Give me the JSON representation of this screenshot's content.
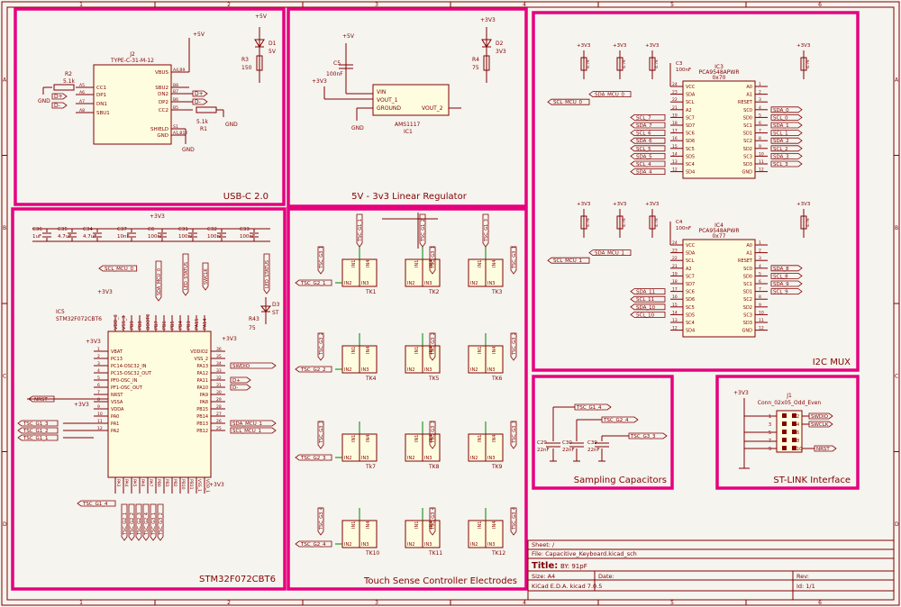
{
  "frame": {
    "cols": [
      "1",
      "2",
      "3",
      "4",
      "5",
      "6"
    ],
    "rows": [
      "A",
      "B",
      "C",
      "D"
    ]
  },
  "colors": {
    "background": "#f5f4ef",
    "border": "#840000",
    "section": "#e6007e",
    "wire": "#008400",
    "text": "#840000",
    "title_text": "#840000",
    "pin": "#840000"
  },
  "sections": {
    "usbc": "USB-C 2.0",
    "regulator": "5V - 3v3 Linear Regulator",
    "mcu": "STM32F072CBT6",
    "touch": "Touch Sense Controller Electrodes",
    "i2c": "I2C MUX",
    "sampling": "Sampling Capacitors",
    "stlink": "ST-LINK Interface"
  },
  "usb": {
    "ref": "J2",
    "part": "TYPE-C-31-M-12",
    "power_5v": "+5V",
    "pins_left": [
      "CC1",
      "DP1",
      "DN1",
      "SBU1"
    ],
    "pins_left_num": [
      "A5",
      "A6",
      "A7",
      "A8"
    ],
    "pins_right": [
      "VBUS",
      "SBU2",
      "DN2",
      "DP2",
      "CC2",
      "SHIELD",
      "GND"
    ],
    "pins_right_num": [
      "A4,B9",
      "B8",
      "B7",
      "B6",
      "B5",
      "S1",
      "A1,B12"
    ],
    "r2": "R2",
    "r2_val": "5.1k",
    "r1": "R1",
    "r1_val": "5.1k",
    "gnd": "GND",
    "d_plus": "D+",
    "d_minus": "D-",
    "r3": "R3",
    "r3_val": "150",
    "d1": "D1",
    "d1_val": "5V"
  },
  "regulator": {
    "ref": "IC1",
    "part": "AMS1117",
    "pin_vin": "VIN",
    "pin_vout1": "VOUT_1",
    "pin_vout2": "VOUT_2",
    "pin_gnd": "GROUND",
    "c5": "C5",
    "c5_val": "100nF",
    "r4": "R4",
    "r4_val": "75",
    "d2": "D2",
    "d2_val": "3V3",
    "v5": "+5V",
    "v33": "+3V3",
    "gnd": "GND"
  },
  "mcu": {
    "ref": "IC5",
    "part": "STM32F072CBT6",
    "left_pins": [
      "VBAT",
      "PC13",
      "PC14-OSC32_IN",
      "PC15-OSC32_OUT",
      "PF0-OSC_IN",
      "PF1-OSC_OUT",
      "NRST",
      "VSSA",
      "VDDA",
      "PA0",
      "PA1",
      "PA2"
    ],
    "left_nums": [
      "1",
      "2",
      "3",
      "4",
      "5",
      "6",
      "7",
      "8",
      "9",
      "10",
      "11",
      "12"
    ],
    "right_pins": [
      "VDDIO2",
      "VSS_2",
      "PA13",
      "PA12",
      "PA11",
      "PA10",
      "PA9",
      "PA8",
      "PB15",
      "PB14",
      "PB13",
      "PB12"
    ],
    "right_nums": [
      "36",
      "35",
      "34",
      "33",
      "32",
      "31",
      "30",
      "29",
      "28",
      "27",
      "26",
      "25"
    ],
    "top_pins": [
      "VDD_3",
      "VSS_3",
      "PB9",
      "PB8",
      "BOOT0",
      "PB7",
      "PB6",
      "PB5",
      "PB4",
      "PB3",
      "PA15",
      "PA14"
    ],
    "bottom_pins": [
      "PA3",
      "PA4",
      "PA5",
      "PA6",
      "PA7",
      "PB0",
      "PB1",
      "PB2",
      "PB10",
      "PB11",
      "VSS_1",
      "VDD_1"
    ],
    "caps": [
      {
        "ref": "C36",
        "val": "1uF"
      },
      {
        "ref": "C35",
        "val": "4.7uF"
      },
      {
        "ref": "C34",
        "val": "4.7uF"
      },
      {
        "ref": "C37",
        "val": "10nF"
      },
      {
        "ref": "C6",
        "val": "100nF"
      },
      {
        "ref": "C31",
        "val": "100nF"
      },
      {
        "ref": "C32",
        "val": "100nF"
      },
      {
        "ref": "C33",
        "val": "100nF"
      }
    ],
    "nets_top": [
      "SCL_MCU_0",
      "SDA_MCU_0",
      "LED_STATUS",
      "SWCLK"
    ],
    "nets_left": [
      "NRST",
      "TSC_G1_3",
      "TSC_G1_2",
      "TSC_G1_1"
    ],
    "nets_right": [
      "SWDIO",
      "D+",
      "D-",
      "SDA_MCU_1",
      "SCL_MCU_1"
    ],
    "nets_bottom": [
      "TSC_G1_4",
      "TSC_G2_1",
      "TSC_G2_2",
      "TSC_G2_3",
      "TSC_G2_4",
      "TSC_G3_1",
      "TSC_G3_2",
      "TSC_G3_3",
      "TSC_G3_4"
    ],
    "d3": "D3",
    "d3_val": "ST",
    "r43": "R43",
    "r43_val": "75",
    "v33": "+3V3"
  },
  "touch": {
    "keys": [
      "TK1",
      "TK2",
      "TK3",
      "TK4",
      "TK5",
      "TK6",
      "Tk7",
      "TK8",
      "TK9",
      "TK10",
      "TK11",
      "TK12"
    ],
    "pin_in1": "IN1",
    "pin_in2": "IN2",
    "pin_in3": "IN3",
    "pin_in4": "IN4",
    "nets_row": [
      "TSC_G2_1",
      "TSC_G2_2",
      "TSC_G2_3",
      "TSC_G2_4"
    ],
    "nets_col": [
      "TSC_G1_1",
      "TSC_G1_2",
      "TSC_G1_3"
    ],
    "nets_g3": [
      "TSC_G3_1",
      "TSC_G3_2",
      "TSC_G3_3",
      "TSC_G3_4"
    ]
  },
  "i2c": {
    "ic3_ref": "IC3",
    "ic3_part": "PCA9548APWR",
    "ic3_addr": "0x70",
    "ic4_ref": "IC4",
    "ic4_part": "PCA9548APWR",
    "ic4_addr": "0x77",
    "left_pins": [
      "VCC",
      "SDA",
      "SCL",
      "A2",
      "SC7",
      "SD7",
      "SC6",
      "SD6",
      "SC5",
      "SD5",
      "SC4",
      "SD4"
    ],
    "left_nums": [
      "24",
      "23",
      "22",
      "21",
      "19",
      "18",
      "17",
      "16",
      "15",
      "14",
      "13",
      "12"
    ],
    "right_pins": [
      "A0",
      "A1",
      "RESET",
      "SC0",
      "SD0",
      "SC1",
      "SD1",
      "SC2",
      "SD2",
      "SC3",
      "SD3",
      "GND"
    ],
    "right_nums": [
      "1",
      "2",
      "3",
      "4",
      "5",
      "6",
      "7",
      "8",
      "9",
      "10",
      "11",
      "12"
    ],
    "c3": "C3",
    "c3_val": "100nF",
    "c4": "C4",
    "c4_val": "100nF",
    "r_val": "4.7k",
    "v33": "+3V3",
    "sda0": "SDA_MCU_0",
    "scl0": "SCL_MCU_0",
    "sda1": "SDA_MCU_1",
    "scl1": "SCL_MCU_1",
    "ic3_left_nets": [
      "SCL_7",
      "SDA_7",
      "SCL_6",
      "SDA_6",
      "SCL_5",
      "SDA_5",
      "SCL_4",
      "SDA_4"
    ],
    "ic3_right_nets": [
      "SDA_0",
      "SCL_0",
      "SDA_1",
      "SCL_1",
      "SDA_2",
      "SCL_2",
      "SDA_3",
      "SCL_3"
    ],
    "ic4_left_nets": [
      "SDA_11",
      "SCL_11",
      "SDA_10",
      "SCL_10"
    ],
    "ic4_right_nets": [
      "SDA_8",
      "SCL_8",
      "SDA_9",
      "SCL_9"
    ]
  },
  "sampling": {
    "nets": [
      "TSC_G1_4",
      "TSC_G2_4",
      "TSC_G3_3"
    ],
    "caps": [
      {
        "ref": "C29",
        "val": "22nF"
      },
      {
        "ref": "C30",
        "val": "22nF"
      },
      {
        "ref": "C39",
        "val": "22nF"
      }
    ]
  },
  "stlink": {
    "ref": "J1",
    "part": "Conn_02x05_Odd_Even",
    "v33": "+3V3",
    "nets": [
      "SWDIO",
      "SWCLK",
      "NRST"
    ],
    "pins_left": [
      "1",
      "3",
      "5",
      "7",
      "9"
    ],
    "pins_right": [
      "2",
      "4",
      "6",
      "8",
      "10"
    ]
  },
  "title_block": {
    "sheet_label": "Sheet: /",
    "file_label": "File: Capacitive_Keyboard.kicad_sch",
    "title_label": "Title:",
    "title_value": "BY: 91pF",
    "size_label": "Size: A4",
    "date_label": "Date:",
    "rev_label": "Rev:",
    "kicad_label": "KiCad E.D.A.  kicad 7.0.5",
    "id_label": "Id: 1/1"
  }
}
